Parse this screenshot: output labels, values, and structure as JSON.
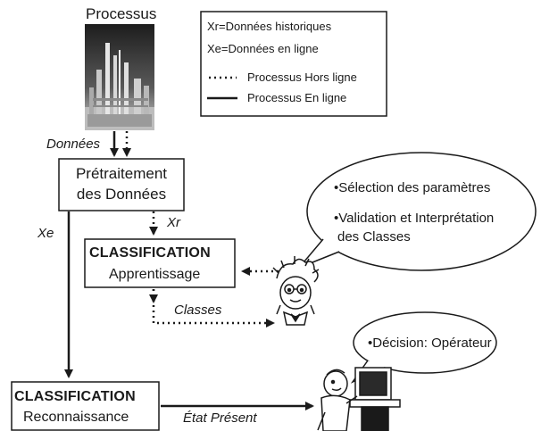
{
  "process": {
    "title": "Processus"
  },
  "legend": {
    "line1": "Xr=Données historiques",
    "line2": "Xe=Données en ligne",
    "offline_label": "Processus Hors ligne",
    "online_label": "Processus En ligne"
  },
  "pretraitement": {
    "line1": "Prétraitement",
    "line2": "des Données"
  },
  "classif_learn": {
    "head": "CLASSIFICATION",
    "sub": "Apprentissage"
  },
  "classif_recog": {
    "head": "CLASSIFICATION",
    "sub": "Reconnaissance"
  },
  "labels": {
    "donnees": "Données",
    "xr": "Xr",
    "xe": "Xe",
    "classes": "Classes",
    "etat": "État Présent"
  },
  "expert_bubble": {
    "item1": "•Sélection des paramètres",
    "item2a": "•Validation et Interprétation",
    "item2b": "des Classes"
  },
  "operator_bubble": {
    "item1": "•Décision: Opérateur"
  }
}
